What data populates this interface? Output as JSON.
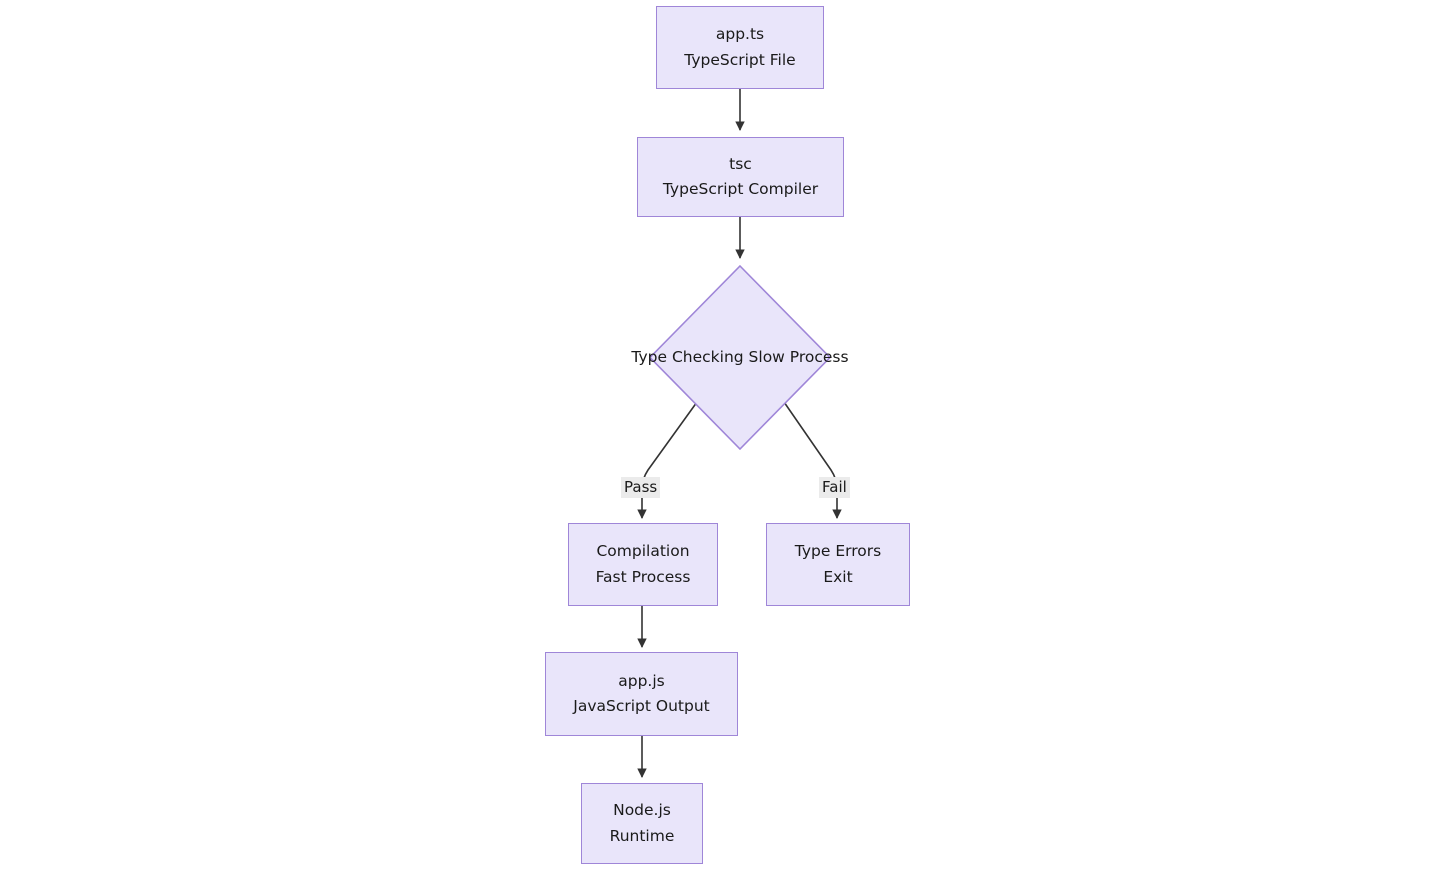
{
  "diagram": {
    "title": "TypeScript compilation pipeline flowchart",
    "background_color": "#ffffff",
    "node_fill_color": "#e9e5fa",
    "node_border_color": "#9f86d8",
    "edge_color": "#333333",
    "label_background_color": "#ebebeb",
    "text_color": "#1a1a1a",
    "nodes": [
      {
        "id": "app-ts",
        "shape": "rect",
        "line1": "app.ts",
        "line2": "TypeScript File"
      },
      {
        "id": "tsc",
        "shape": "rect",
        "line1": "tsc",
        "line2": "TypeScript Compiler"
      },
      {
        "id": "type-checking",
        "shape": "diamond",
        "line1": "Type Checking",
        "line2": "Slow Process"
      },
      {
        "id": "compilation",
        "shape": "rect",
        "line1": "Compilation",
        "line2": "Fast Process"
      },
      {
        "id": "type-errors",
        "shape": "rect",
        "line1": "Type Errors",
        "line2": "Exit"
      },
      {
        "id": "app-js",
        "shape": "rect",
        "line1": "app.js",
        "line2": "JavaScript Output"
      },
      {
        "id": "nodejs",
        "shape": "rect",
        "line1": "Node.js",
        "line2": "Runtime"
      }
    ],
    "edges": [
      {
        "id": "e1",
        "from": "app-ts",
        "to": "tsc",
        "label": ""
      },
      {
        "id": "e2",
        "from": "tsc",
        "to": "type-checking",
        "label": ""
      },
      {
        "id": "e3",
        "from": "type-checking",
        "to": "compilation",
        "label": "Pass"
      },
      {
        "id": "e4",
        "from": "type-checking",
        "to": "type-errors",
        "label": "Fail"
      },
      {
        "id": "e5",
        "from": "compilation",
        "to": "app-js",
        "label": ""
      },
      {
        "id": "e6",
        "from": "app-js",
        "to": "nodejs",
        "label": ""
      }
    ]
  }
}
